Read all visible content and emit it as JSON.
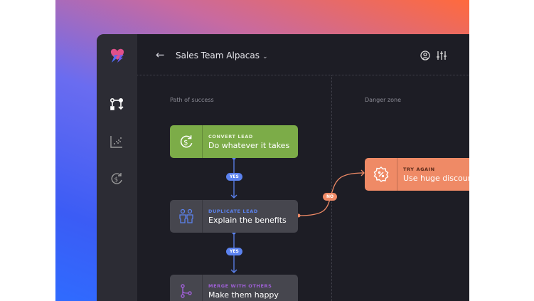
{
  "header": {
    "title": "Sales Team Alpacas"
  },
  "sidebar": {
    "items": [
      {
        "icon": "workflow-icon"
      },
      {
        "icon": "scatter-chart-icon"
      },
      {
        "icon": "dollar-refresh-icon"
      }
    ]
  },
  "zones": {
    "left": "Path of success",
    "right": "Danger zone"
  },
  "nodes": [
    {
      "kind": "CONVERT LEAD",
      "text": "Do whatever it takes",
      "color": "#7cac48"
    },
    {
      "kind": "DUPLICATE LEAD",
      "text": "Explain the benefits",
      "color": "#46464e",
      "kind_color": "#5b82ef"
    },
    {
      "kind": "MERGE WITH OTHERS",
      "text": "Make them happy",
      "color": "#46464e",
      "kind_color": "#a060d8"
    },
    {
      "kind": "TRY AGAIN",
      "text": "Use huge discount",
      "color": "#ef8a66"
    }
  ],
  "edges": {
    "yes": "YES",
    "no": "NO"
  },
  "colors": {
    "blue": "#5b82ef",
    "orange": "#ef8a66"
  }
}
